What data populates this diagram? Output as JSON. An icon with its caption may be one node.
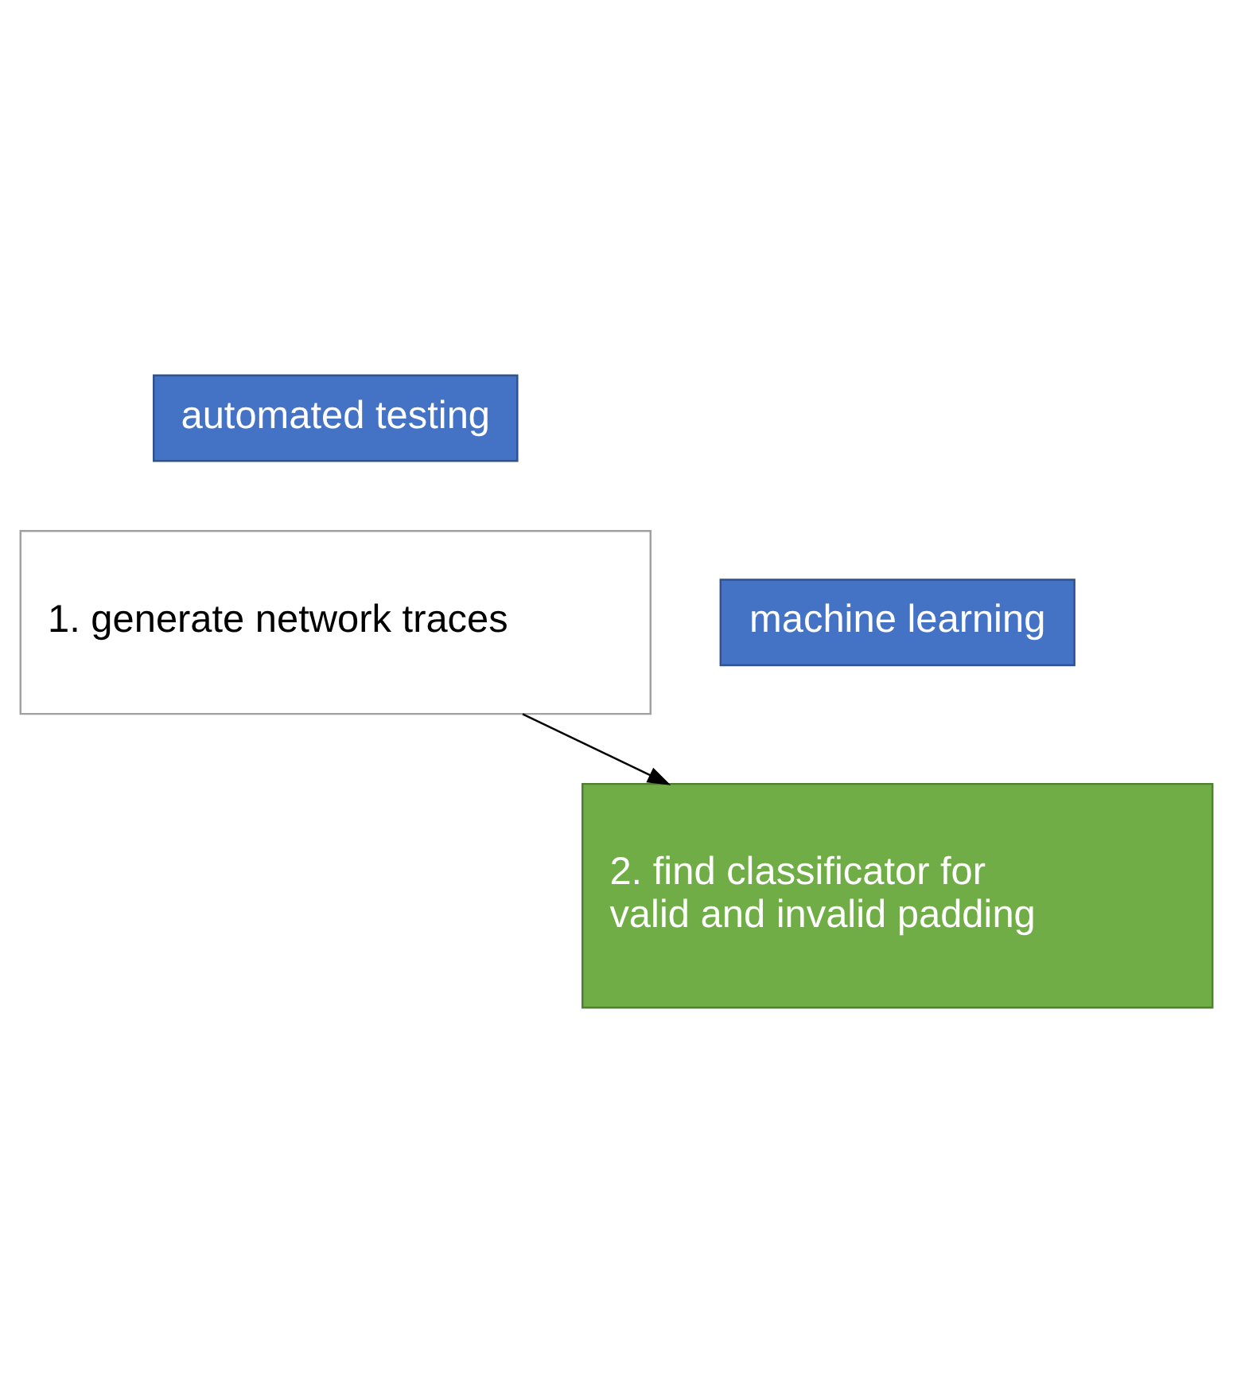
{
  "diagram": {
    "nodes": [
      {
        "text": [
          "automated testing"
        ]
      },
      {
        "text": [
          "1. generate network traces"
        ]
      },
      {
        "text": [
          "machine learning"
        ]
      },
      {
        "text": [
          "2. find classificator for valid and invalid padding"
        ]
      }
    ],
    "edges": [
      {
        "from": 1,
        "to": 3,
        "arrow": "to"
      }
    ]
  }
}
